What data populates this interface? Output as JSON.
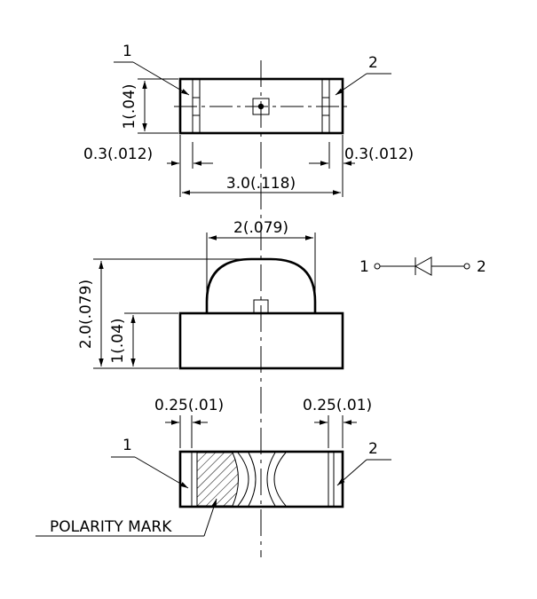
{
  "top_view": {
    "pin1_label": "1",
    "pin2_label": "2",
    "height_dim": "1(.04)",
    "pad_left_dim": "0.3(.012)",
    "pad_right_dim": "0.3(.012)",
    "length_dim": "3.0(.118)"
  },
  "side_view": {
    "lens_width_dim": "2(.079)",
    "total_height_dim": "2.0(.079)",
    "body_height_dim": "1(.04)"
  },
  "schematic": {
    "pin1_label": "1",
    "pin2_label": "2"
  },
  "bottom_view": {
    "pad_left_dim": "0.25(.01)",
    "pad_right_dim": "0.25(.01)",
    "pin1_label": "1",
    "pin2_label": "2",
    "polarity_label": "POLARITY MARK"
  }
}
